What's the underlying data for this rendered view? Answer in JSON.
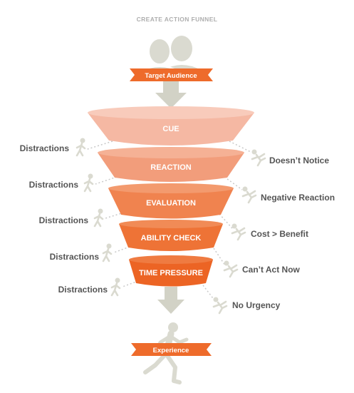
{
  "title": "CREATE ACTION FUNNEL",
  "target_audience": "Target Audience",
  "experience": "Experience",
  "stages": [
    {
      "label": "CUE",
      "distraction": "Distractions",
      "outcome": "Doesn’t Notice",
      "color": "#f5b8a3"
    },
    {
      "label": "REACTION",
      "distraction": "Distractions",
      "outcome": "Negative Reaction",
      "color": "#f29d7b"
    },
    {
      "label": "EVALUATION",
      "distraction": "Distractions",
      "outcome": "Cost > Benefit",
      "color": "#f0834f"
    },
    {
      "label": "ABILITY CHECK",
      "distraction": "Distractions",
      "outcome": "Can’t Act Now",
      "color": "#ee7336"
    },
    {
      "label": "TIME PRESSURE",
      "distraction": "Distractions",
      "outcome": "No Urgency",
      "color": "#ec6424"
    }
  ],
  "colors": {
    "accent": "#ee6b2b",
    "figure": "#dadad0",
    "arrow": "#d2d2c6",
    "dots": "#c9c9c9",
    "label_text": "#555555"
  },
  "icons": {
    "audience": "people-silhouette-icon",
    "distraction": "walking-away-person-icon",
    "outcome": "falling-person-icon",
    "experience": "running-person-icon"
  }
}
